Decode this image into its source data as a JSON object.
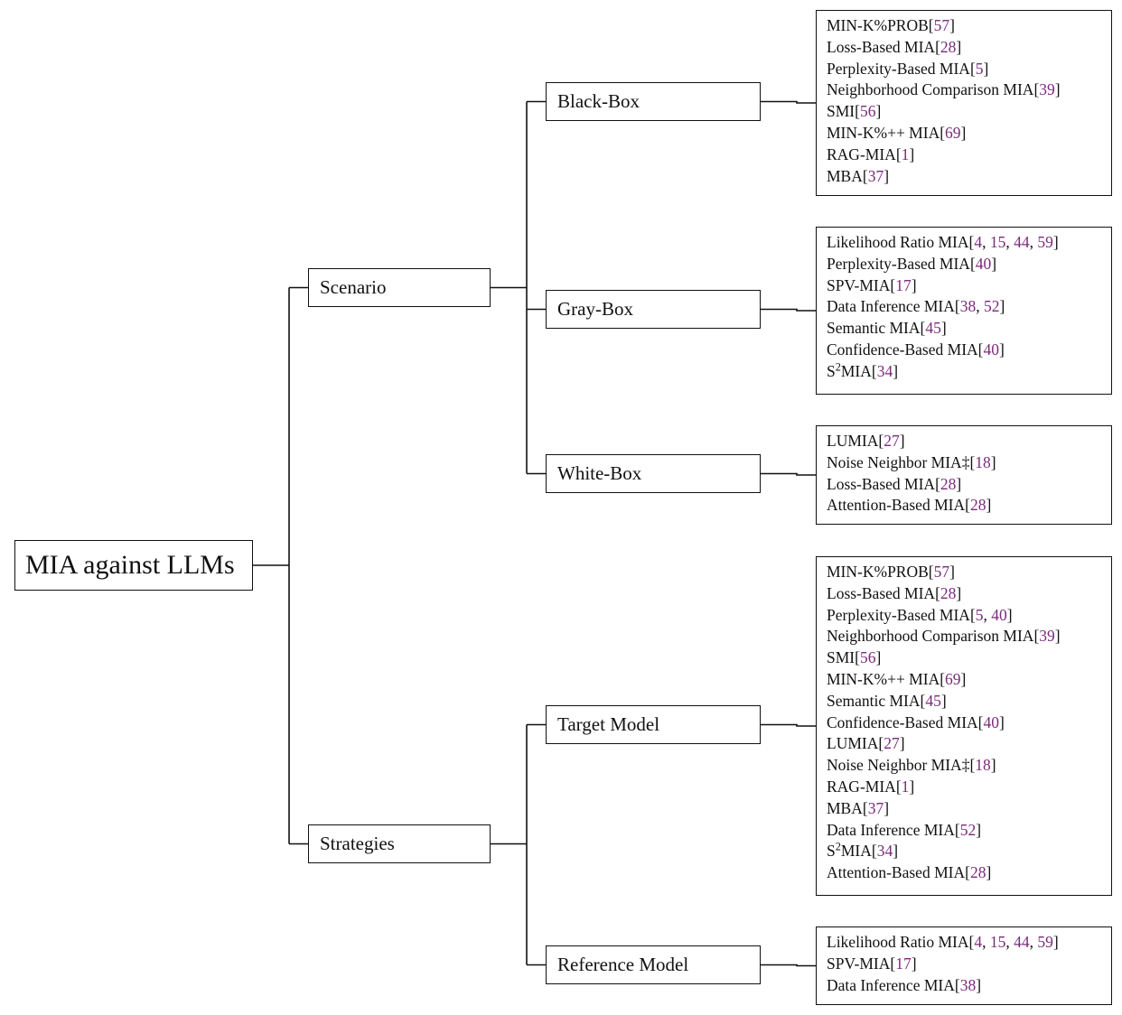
{
  "colors": {
    "citation": "#7a2a7a",
    "line": "#111111",
    "text": "#111111"
  },
  "root": {
    "label": "MIA against LLMs"
  },
  "branches": [
    {
      "label": "Scenario",
      "children": [
        {
          "label": "Black-Box",
          "items": [
            {
              "name": "MIN-K%PROB",
              "refs": [
                "57"
              ]
            },
            {
              "name": "Loss-Based MIA",
              "refs": [
                "28"
              ]
            },
            {
              "name": "Perplexity-Based MIA",
              "refs": [
                "5"
              ]
            },
            {
              "name": "Neighborhood Comparison MIA",
              "refs": [
                "39"
              ]
            },
            {
              "name": "SMI",
              "refs": [
                "56"
              ]
            },
            {
              "name": "MIN-K%++ MIA",
              "refs": [
                "69"
              ]
            },
            {
              "name": "RAG-MIA",
              "refs": [
                "1"
              ]
            },
            {
              "name": "MBA",
              "refs": [
                "37"
              ]
            }
          ]
        },
        {
          "label": "Gray-Box",
          "items": [
            {
              "name": "Likelihood Ratio MIA",
              "refs": [
                "4",
                "15",
                "44",
                "59"
              ]
            },
            {
              "name": "Perplexity-Based MIA",
              "refs": [
                "40"
              ]
            },
            {
              "name": "SPV-MIA",
              "refs": [
                "17"
              ]
            },
            {
              "name": "Data Inference MIA",
              "refs": [
                "38",
                "52"
              ]
            },
            {
              "name": "Semantic MIA",
              "refs": [
                "45"
              ]
            },
            {
              "name": "Confidence-Based MIA",
              "refs": [
                "40"
              ]
            },
            {
              "name": "S",
              "sup": "2",
              "suffix": "MIA",
              "refs": [
                "34"
              ]
            }
          ]
        },
        {
          "label": "White-Box",
          "items": [
            {
              "name": "LUMIA",
              "refs": [
                "27"
              ]
            },
            {
              "name": "Noise Neighbor MIA‡",
              "refs": [
                "18"
              ]
            },
            {
              "name": "Loss-Based MIA",
              "refs": [
                "28"
              ]
            },
            {
              "name": "Attention-Based MIA",
              "refs": [
                "28"
              ]
            }
          ]
        }
      ]
    },
    {
      "label": "Strategies",
      "children": [
        {
          "label": "Target Model",
          "items": [
            {
              "name": "MIN-K%PROB",
              "refs": [
                "57"
              ]
            },
            {
              "name": "Loss-Based MIA",
              "refs": [
                "28"
              ]
            },
            {
              "name": "Perplexity-Based MIA",
              "refs": [
                "5",
                "40"
              ]
            },
            {
              "name": "Neighborhood Comparison MIA",
              "refs": [
                "39"
              ]
            },
            {
              "name": "SMI",
              "refs": [
                "56"
              ]
            },
            {
              "name": "MIN-K%++ MIA",
              "refs": [
                "69"
              ]
            },
            {
              "name": "Semantic MIA",
              "refs": [
                "45"
              ]
            },
            {
              "name": "Confidence-Based MIA",
              "refs": [
                "40"
              ]
            },
            {
              "name": "LUMIA",
              "refs": [
                "27"
              ]
            },
            {
              "name": "Noise Neighbor MIA‡",
              "refs": [
                "18"
              ]
            },
            {
              "name": "RAG-MIA",
              "refs": [
                "1"
              ]
            },
            {
              "name": "MBA",
              "refs": [
                "37"
              ]
            },
            {
              "name": "Data Inference MIA",
              "refs": [
                "52"
              ]
            },
            {
              "name": "S",
              "sup": "2",
              "suffix": "MIA",
              "refs": [
                "34"
              ]
            },
            {
              "name": "Attention-Based MIA",
              "refs": [
                "28"
              ]
            }
          ]
        },
        {
          "label": "Reference Model",
          "items": [
            {
              "name": "Likelihood Ratio MIA",
              "refs": [
                "4",
                "15",
                "44",
                "59"
              ]
            },
            {
              "name": "SPV-MIA",
              "refs": [
                "17"
              ]
            },
            {
              "name": "Data Inference MIA",
              "refs": [
                "38"
              ]
            }
          ]
        }
      ]
    }
  ]
}
